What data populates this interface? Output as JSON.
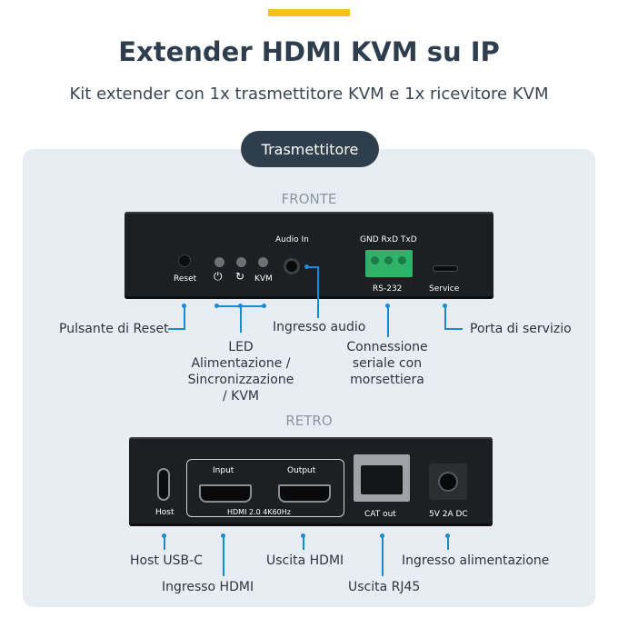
{
  "header": {
    "title": "Extender HDMI KVM su IP",
    "subtitle": "Kit extender con 1x trasmettitore KVM e 1x ricevitore KVM"
  },
  "unit_label": "Trasmettitore",
  "front": {
    "section_label": "FRONTE",
    "panel": {
      "reset": "Reset",
      "kvm": "KVM",
      "audio_in": "Audio In",
      "terminal_top": "GND RxD TxD",
      "rs232": "RS-232",
      "service": "Service"
    },
    "callouts": {
      "reset": "Pulsante di Reset",
      "led": "LED\nAlimentazione /\nSincronizzazione\n/ KVM",
      "audio": "Ingresso audio",
      "serial": "Connessione\nseriale con\nmorsettiera",
      "service": "Porta di servizio"
    }
  },
  "rear": {
    "section_label": "RETRO",
    "panel": {
      "host": "Host",
      "input": "Input",
      "output": "Output",
      "hdmi_spec": "HDMI 2.0 4K60Hz",
      "cat_out": "CAT out",
      "power": "5V 2A DC"
    },
    "callouts": {
      "usb_c": "Host USB-C",
      "hdmi_in": "Ingresso HDMI",
      "hdmi_out": "Uscita HDMI",
      "rj45": "Uscita RJ45",
      "power": "Ingresso alimentazione"
    }
  },
  "colors": {
    "accent": "#f5c21b",
    "connector_line": "#1a8ad4",
    "title": "#2e3e4e",
    "pill": "#2f3e4d",
    "panel_bg": "#e8edf3",
    "terminal_block": "#2fb36b"
  }
}
